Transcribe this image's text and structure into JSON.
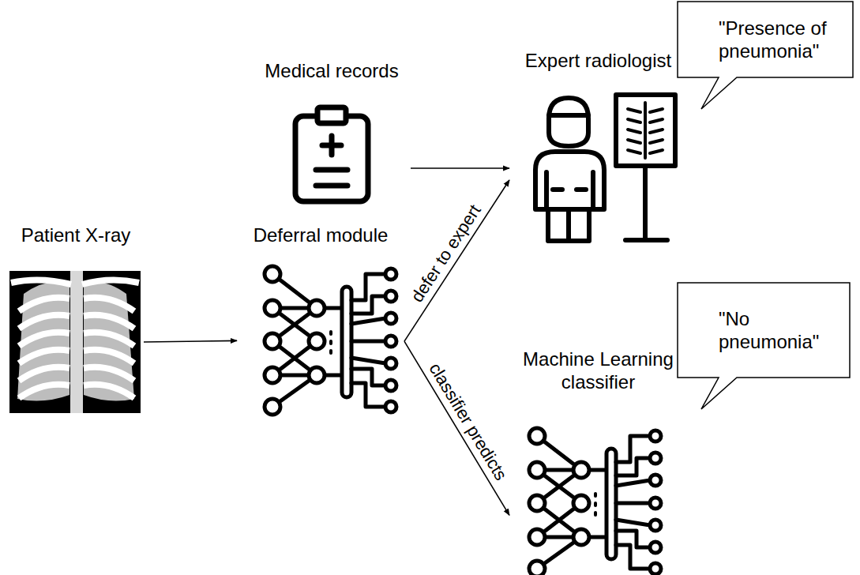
{
  "diagram": {
    "nodes": [
      {
        "text": [
          "Patient X-ray"
        ]
      },
      {
        "text": [
          "Medical records"
        ]
      },
      {
        "text": [
          "Deferral module"
        ]
      },
      {
        "text": [
          "Expert radiologist"
        ]
      },
      {
        "text": [
          "Machine Learning classifier"
        ]
      },
      {
        "text": [
          "\"Presence of pneumonia\""
        ]
      },
      {
        "text": [
          "\"No pneumonia\""
        ]
      }
    ],
    "edges": [
      {
        "from": 0,
        "to": 2,
        "arrow": "to"
      },
      {
        "from": 1,
        "to": 3,
        "arrow": "to"
      },
      {
        "from": 2,
        "to": 3,
        "label": "defer to expert",
        "arrow": "to"
      },
      {
        "from": 2,
        "to": 4,
        "label": "classifier predicts",
        "arrow": "to"
      }
    ]
  }
}
